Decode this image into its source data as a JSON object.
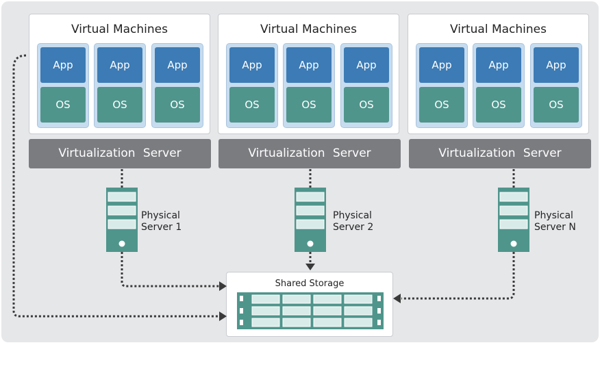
{
  "vm_groups": [
    {
      "title": "Virtual Machines",
      "vms": [
        {
          "app": "App",
          "os": "OS"
        },
        {
          "app": "App",
          "os": "OS"
        },
        {
          "app": "App",
          "os": "OS"
        }
      ]
    },
    {
      "title": "Virtual Machines",
      "vms": [
        {
          "app": "App",
          "os": "OS"
        },
        {
          "app": "App",
          "os": "OS"
        },
        {
          "app": "App",
          "os": "OS"
        }
      ]
    },
    {
      "title": "Virtual Machines",
      "vms": [
        {
          "app": "App",
          "os": "OS"
        },
        {
          "app": "App",
          "os": "OS"
        },
        {
          "app": "App",
          "os": "OS"
        }
      ]
    }
  ],
  "virtualization_servers": [
    "Virtualization  Server",
    "Virtualization  Server",
    "Virtualization  Server"
  ],
  "physical_servers": [
    {
      "line1": "Physical",
      "line2": "Server 1"
    },
    {
      "line1": "Physical",
      "line2": "Server 2"
    },
    {
      "line1": "Physical",
      "line2": "Server N"
    }
  ],
  "storage": {
    "title": "Shared Storage"
  },
  "colors": {
    "app": "#3c7bb5",
    "os": "#4f958c",
    "vm_bg": "#c7dcef",
    "virtualization": "#7b7c80",
    "server": "#4f958c",
    "connector": "#3a3a3a"
  }
}
